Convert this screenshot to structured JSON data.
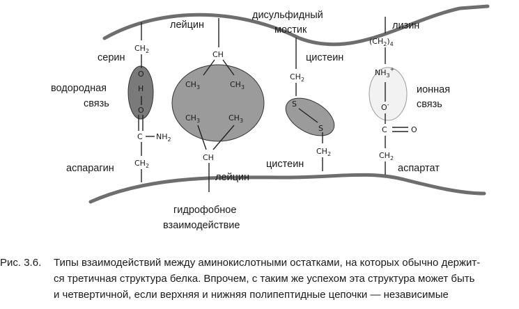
{
  "labels": {
    "serine": "серин",
    "hydrogen_bond_1": "водородная",
    "hydrogen_bond_2": "связь",
    "asparagine": "аспарагин",
    "leucine_top": "лейцин",
    "leucine_bottom": "лейцин",
    "disulfide_1": "дисульфидный",
    "disulfide_2": "мостик",
    "cysteine_top": "цистеин",
    "cysteine_bottom": "цистеин",
    "lysine": "лизин",
    "ionic_bond_1": "ионная",
    "ionic_bond_2": "связь",
    "aspartate": "аспартат",
    "hydrophobic_1": "гидрофобное",
    "hydrophobic_2": "взаимодействие"
  },
  "chem": {
    "ch": "CH",
    "c": "C",
    "o": "O",
    "h": "H",
    "s": "S",
    "ch_sym": "CH",
    "sub2": "2",
    "sub3": "3",
    "sub4": "4",
    "nh_sym": "NH",
    "plus": "+",
    "minus": "-",
    "paren_open": "(CH",
    "paren_close": ")"
  },
  "caption": {
    "label": "Рис. 3.6.",
    "lines": [
      "Типы взаимодействий между аминокислотными остатками, на которых обычно держит-",
      "ся третичная структура белка. Впрочем, с таким же успехом эта структура может быть",
      "и четвертичной, если верхняя и нижняя полипептидные цепочки — независимые"
    ]
  }
}
